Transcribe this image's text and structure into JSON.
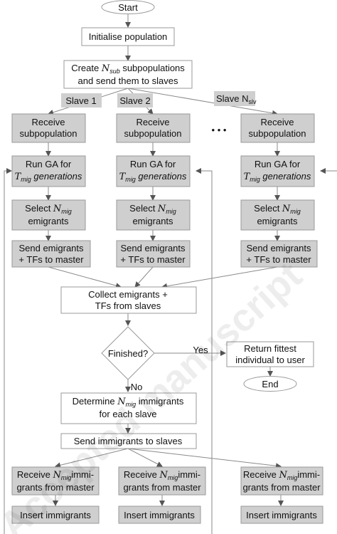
{
  "nodes": {
    "start": "Start",
    "init": "Initialise population",
    "create": {
      "a": "Create ",
      "n": "N",
      "sub": "sub",
      "b": " subpopulations",
      "line2": "and send them to slaves"
    },
    "slave1": "Slave 1",
    "slave2": "Slave 2",
    "slaveN": {
      "a": "Slave N",
      "sub": "slv"
    },
    "ellipsis": "• • •",
    "receive": {
      "line1": "Receive",
      "line2": "subpopulation"
    },
    "runga": {
      "line1": "Run GA for",
      "t": "T",
      "sub": "mig",
      "rest": " generations"
    },
    "select": {
      "a": "Select ",
      "n": "N",
      "sub": "mig",
      "line2": "emigrants"
    },
    "send": {
      "line1": "Send emigrants",
      "line2": "+ TFs to master"
    },
    "collect": {
      "line1": "Collect emigrants +",
      "line2": "TFs from slaves"
    },
    "finished": "Finished?",
    "yes": "Yes",
    "no": "No",
    "ret": {
      "line1": "Return fittest",
      "line2": "individual to user"
    },
    "end": "End",
    "determine": {
      "a": "Determine ",
      "n": "N",
      "sub": "mig",
      "b": " immigrants",
      "line2": "for each slave"
    },
    "sendimm": "Send immigrants to slaves",
    "recimm": {
      "a": "Receive ",
      "n": "N",
      "sub": "mig",
      "b": "immi-",
      "line2": "grants from master"
    },
    "insert": "Insert immigrants"
  },
  "watermark": "Accepted manuscript",
  "colors": {
    "gray_box": "#cfcfcf",
    "border": "#9a9a9a",
    "line": "#8a8a8a",
    "arrow": "#555555"
  }
}
